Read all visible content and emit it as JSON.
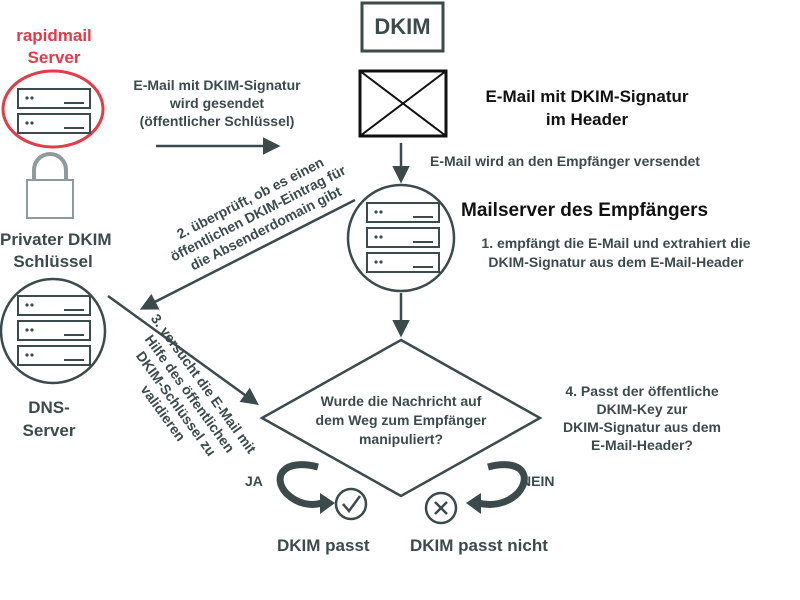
{
  "colors": {
    "primary": "#3d4a4c",
    "accent": "#e03c4a",
    "background": "#ffffff"
  },
  "icons": {
    "sender_server": "server-rack-icon",
    "key": "padlock-icon",
    "envelope": "envelope-icon",
    "recipient_server": "server-rack-icon",
    "dns_server": "server-rack-icon",
    "pass": "checkmark-icon",
    "fail": "cross-icon",
    "loop": "curved-arrow-icon"
  },
  "header": {
    "title": "DKIM"
  },
  "sender": {
    "name_line1": "rapidmail",
    "name_line2": "Server"
  },
  "private_key": {
    "label_line1": "Privater DKIM",
    "label_line2": "Schlüssel"
  },
  "send_step": {
    "line1": "E-Mail mit DKIM-Signatur",
    "line2": "wird gesendet",
    "line3": "(öffentlicher Schlüssel)"
  },
  "email": {
    "label_line1": "E-Mail mit DKIM-Signatur",
    "label_line2": "im Header"
  },
  "deliver_step": {
    "text": "E-Mail wird an den Empfänger versendet"
  },
  "recipient_server": {
    "title": "Mailserver des Empfängers",
    "step1_line1": "1. empfängt die E-Mail und extrahiert die",
    "step1_line2": "DKIM-Signatur aus dem E-Mail-Header"
  },
  "step2": {
    "line1": "2. überprüft, ob es einen",
    "line2": "öffentlichen DKIM-Eintrag für",
    "line3": "die Absenderdomain gibt"
  },
  "dns": {
    "label_line1": "DNS-",
    "label_line2": "Server"
  },
  "step3": {
    "line1": "3. versucht die E-Mail mit",
    "line2": "Hilfe des öffentlichen",
    "line3": "DKIM-Schlüssel zu",
    "line4": "validieren"
  },
  "decision": {
    "line1": "Wurde die Nachricht auf",
    "line2": "dem Weg zum Empfänger",
    "line3": "manipuliert?"
  },
  "step4": {
    "line1": "4. Passt der öffentliche",
    "line2": "DKIM-Key zur",
    "line3": "DKIM-Signatur aus dem",
    "line4": "E-Mail-Header?"
  },
  "outcomes": {
    "yes_label": "JA",
    "no_label": "NEIN",
    "pass_label": "DKIM passt",
    "fail_label": "DKIM passt nicht"
  }
}
